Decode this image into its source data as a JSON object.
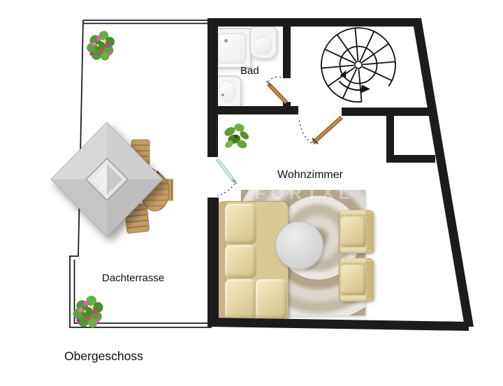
{
  "floor_plan": {
    "title": "Obergeschoss",
    "rooms": {
      "bathroom": {
        "label": "Bad"
      },
      "living_room": {
        "label": "Wohnzimmer"
      },
      "roof_terrace": {
        "label": "Dachterrasse"
      }
    },
    "watermark": "FORTXL",
    "colors": {
      "walls": "#1c1c1c",
      "wood_door": "#9a6a35",
      "glass_door": "#cfe9e7",
      "sofa_beige": "#d8ca96",
      "rug_taupe": "#ccc5b8",
      "roof_gray": "#c9c9c9",
      "plant_green": "#5f9c33",
      "flower_pink": "#d95fa8"
    },
    "objects": {
      "bathroom": [
        "shower",
        "toilet",
        "washbasin"
      ],
      "hall": [
        "spiral-staircase",
        "green-plant"
      ],
      "living_room": [
        "corner-sofa",
        "round-table",
        "swirl-rug",
        "armchair",
        "armchair"
      ],
      "terrace": [
        "gazebo-roof",
        "garden-table",
        "garden-chair",
        "garden-chair",
        "garden-chair",
        "flower-bush",
        "flower-bush"
      ]
    }
  }
}
